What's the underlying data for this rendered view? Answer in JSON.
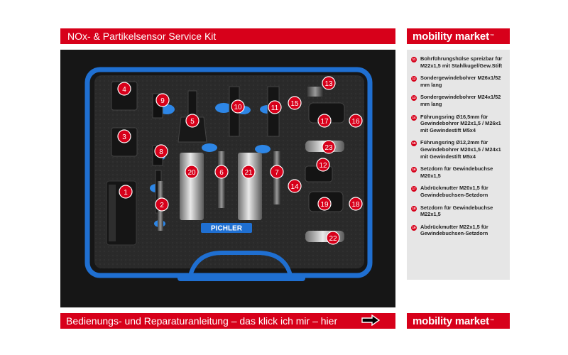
{
  "header": {
    "title": "NOx- & Partikelsensor Service Kit",
    "brand": "mobility market",
    "trademark": "™"
  },
  "footer": {
    "link_text": "Bedienungs- und Reparaturanleitung – das klick ich mir – hier",
    "brand": "mobility market",
    "trademark": "™"
  },
  "photo": {
    "maker_logo": "PICHLER",
    "callouts": [
      "1",
      "2",
      "3",
      "4",
      "5",
      "6",
      "7",
      "8",
      "9",
      "10",
      "11",
      "12",
      "13",
      "14",
      "15",
      "16",
      "17",
      "18",
      "19",
      "20",
      "21",
      "22",
      "23"
    ]
  },
  "legend": [
    {
      "num": "11",
      "text": "Bohrführungshülse spreizbar für M22x1,5 mit Stahlkugel/Gew.Stift"
    },
    {
      "num": "12",
      "text": "Sondergewindebohrer M26x1/52 mm lang"
    },
    {
      "num": "13",
      "text": "Sondergewindebohrer M24x1/52 mm lang"
    },
    {
      "num": "14",
      "text": "Führungsring Ø16,5mm für Gewindebohrer M22x1,5 / M26x1 mit Gewindestift M5x4"
    },
    {
      "num": "15",
      "text": "Führungsring Ø12,2mm für Gewindebohrer M20x1,5 / M24x1 mit Gewindestift M5x4"
    },
    {
      "num": "16",
      "text": "Setzdorn für Gewindebuchse M20x1,5"
    },
    {
      "num": "17",
      "text": "Abdrückmutter M20x1,5 für Gewindebuchsen-Setzdorn"
    },
    {
      "num": "18",
      "text": "Setzdorn für Gewindebuchse M22x1,5"
    },
    {
      "num": "19",
      "text": "Abdrückmutter M22x1,5 für Gewindebuchsen-Setzdorn"
    }
  ],
  "colors": {
    "brand_red": "#d7001a",
    "case_blue": "#1f6fd1",
    "foam": "#2b2b2b",
    "legend_bg": "#e6e6e6"
  }
}
